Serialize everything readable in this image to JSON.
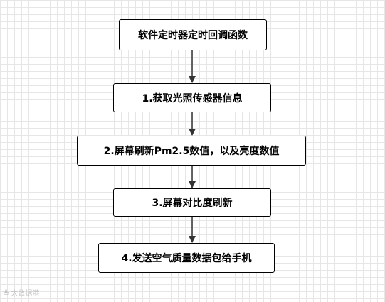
{
  "flowchart": {
    "steps": [
      "软件定时器定时回调函数",
      "1.获取光照传感器信息",
      "2.屏幕刷新Pm2.5数值，以及亮度数值",
      "3.屏幕对比度刷新",
      "4.发送空气质量数据包给手机"
    ],
    "edge_color": "#333333",
    "box_border_color": "#000000"
  },
  "watermark": {
    "icon": "paw-icon",
    "text": "大数据港"
  }
}
